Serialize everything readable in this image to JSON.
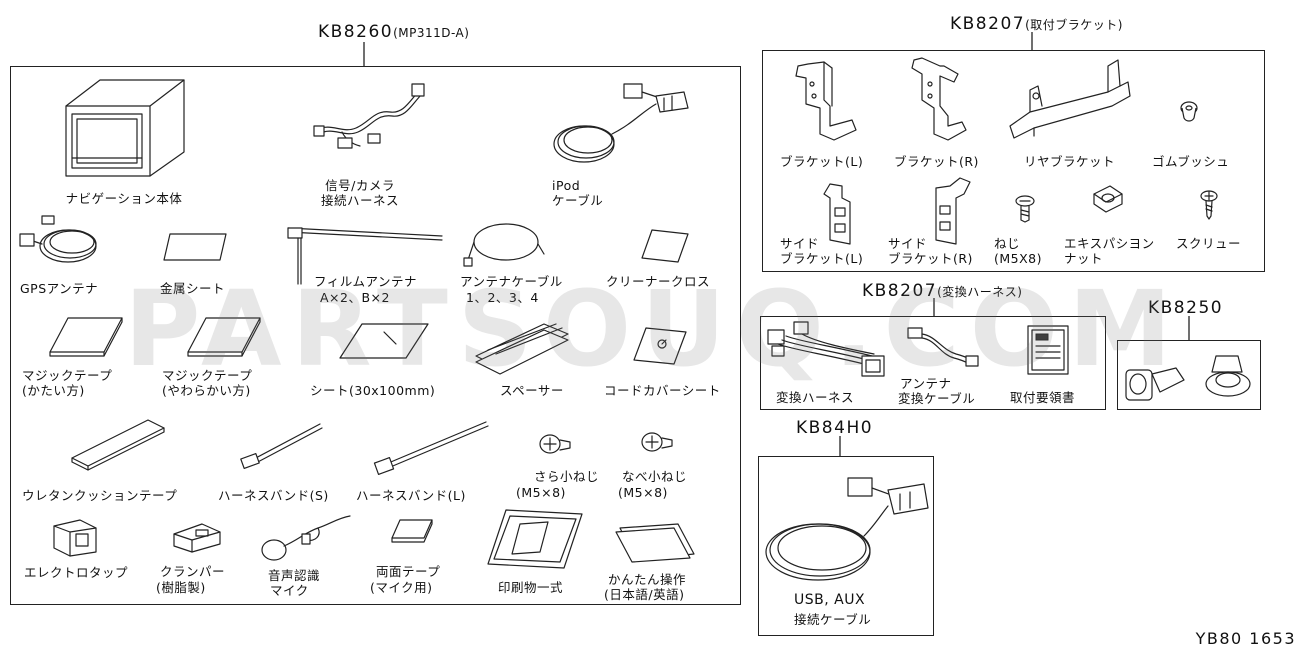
{
  "groups": {
    "kb8260": {
      "code": "KB8260",
      "note": "(MP311D-A)"
    },
    "kb8207_bracket": {
      "code": "KB8207",
      "note": "(取付ブラケット)"
    },
    "kb8207_harness": {
      "code": "KB8207",
      "note": "(変換ハーネス)"
    },
    "kb8250": {
      "code": "KB8250"
    },
    "kb84h0": {
      "code": "KB84H0"
    }
  },
  "parts": {
    "nav_unit": "ナビゲーション本体",
    "signal_harness_1": "信号/カメラ",
    "signal_harness_2": "接続ハーネス",
    "ipod_cable_1": "iPod",
    "ipod_cable_2": "ケーブル",
    "gps_antenna": "GPSアンテナ",
    "metal_sheet": "金属シート",
    "film_antenna_1": "フィルムアンテナ",
    "film_antenna_2": "A×2、B×2",
    "antenna_cable_1": "アンテナケーブル",
    "antenna_cable_2": "1、2、3、4",
    "cleaner_cloth": "クリーナークロス",
    "magic_tape_hard_1": "マジックテープ",
    "magic_tape_hard_2": "(かたい方)",
    "magic_tape_soft_1": "マジックテープ",
    "magic_tape_soft_2": "(やわらかい方)",
    "sheet": "シート(30x100mm)",
    "spacer": "スペーサー",
    "cord_cover": "コードカバーシート",
    "urethane_tape": "ウレタンクッションテープ",
    "harness_band_s": "ハーネスバンド(S)",
    "harness_band_l": "ハーネスバンド(L)",
    "flat_screw_1": "さら小ねじ",
    "flat_screw_2": "(M5×8)",
    "pan_screw_1": "なべ小ねじ",
    "pan_screw_2": "(M5×8)",
    "electro_tap": "エレクトロタップ",
    "clamper_1": "クランパー",
    "clamper_2": "(樹脂製)",
    "voice_mic_1": "音声認識",
    "voice_mic_2": "マイク",
    "double_tape_1": "両面テープ",
    "double_tape_2": "(マイク用)",
    "printed_set": "印刷物一式",
    "easy_guide_1": "かんたん操作",
    "easy_guide_2": "(日本語/英語)",
    "bracket_l": "ブラケット(L)",
    "bracket_r": "ブラケット(R)",
    "rear_bracket": "リヤブラケット",
    "rubber_bush": "ゴムブッシュ",
    "side_bracket_l_1": "サイド",
    "side_bracket_l_2": "ブラケット(L)",
    "side_bracket_r_1": "サイド",
    "side_bracket_r_2": "ブラケット(R)",
    "screw_1": "ねじ",
    "screw_2": "(M5X8)",
    "expansion_nut_1": "エキスパシヨン",
    "expansion_nut_2": "ナット",
    "screw_tap": "スクリュー",
    "conv_harness": "変換ハーネス",
    "antenna_conv_1": "アンテナ",
    "antenna_conv_2": "変換ケーブル",
    "install_guide": "取付要領書",
    "usb_aux_1": "USB, AUX",
    "usb_aux_2": "接続ケーブル"
  },
  "watermark": "PARTSOUQ.COM",
  "diagram_code": "YB80 1653"
}
